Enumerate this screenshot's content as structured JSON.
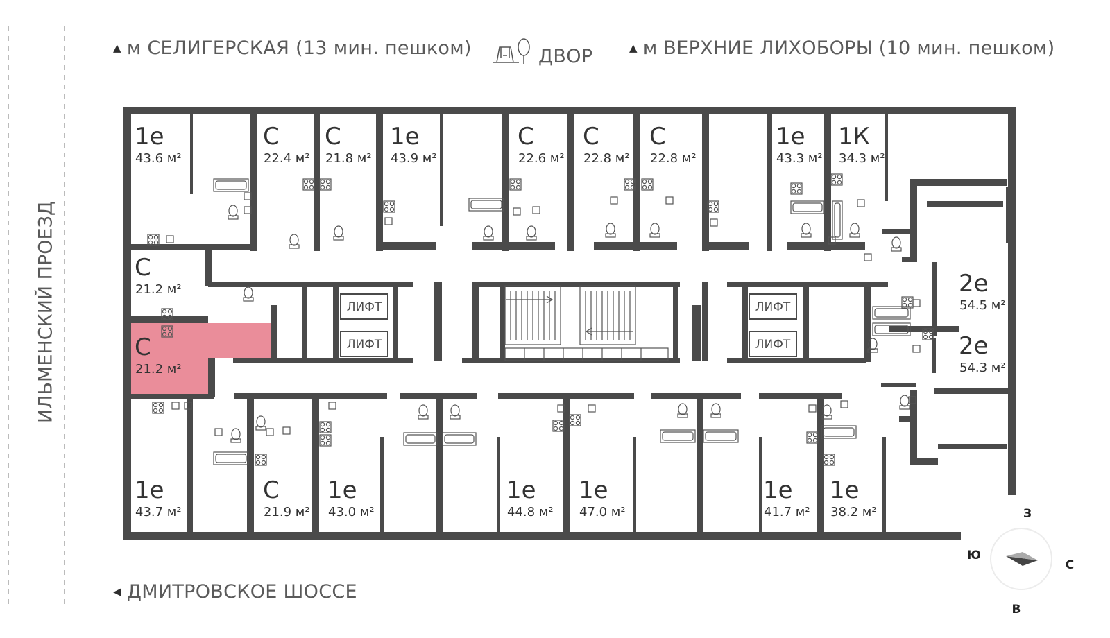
{
  "directions": {
    "top_left": "м СЕЛИГЕРСКАЯ (13 мин. пешком)",
    "yard": "ДВОР",
    "top_right": "м ВЕРХНИЕ ЛИХОБОРЫ (10 мин. пешком)",
    "left_street": "ИЛЬМЕНСКИЙ ПРОЕЗД",
    "bottom": "ДМИТРОВСКОЕ ШОССЕ"
  },
  "icons": {
    "direction_marker": "triangle-pointer-icon",
    "yard": "playground-tree-icon",
    "compass": "compass-icon"
  },
  "lift_label": "ЛИФТ",
  "compass": {
    "north": "З",
    "east": "С",
    "south": "В",
    "west": "Ю"
  },
  "colors": {
    "wall": "#4a4a4a",
    "highlight": "#e8818f",
    "text": "#333333",
    "label_gray": "#5a5a5a"
  },
  "selected_apartment_index": 9,
  "apartments": [
    {
      "type": "1е",
      "area": "43.6 м²"
    },
    {
      "type": "С",
      "area": "22.4 м²"
    },
    {
      "type": "С",
      "area": "21.8 м²"
    },
    {
      "type": "1е",
      "area": "43.9 м²"
    },
    {
      "type": "С",
      "area": "22.6 м²"
    },
    {
      "type": "С",
      "area": "22.8 м²"
    },
    {
      "type": "С",
      "area": "22.8 м²"
    },
    {
      "type": "1е",
      "area": "43.3 м²"
    },
    {
      "type": "1К",
      "area": "34.3 м²"
    },
    {
      "type": "С",
      "area": "21.2 м²"
    },
    {
      "type": "С",
      "area": "21.2 м²"
    },
    {
      "type": "2е",
      "area": "54.5 м²"
    },
    {
      "type": "2е",
      "area": "54.3 м²"
    },
    {
      "type": "1е",
      "area": "43.7 м²"
    },
    {
      "type": "С",
      "area": "21.9 м²"
    },
    {
      "type": "1е",
      "area": "43.0 м²"
    },
    {
      "type": "1е",
      "area": "44.8 м²"
    },
    {
      "type": "1е",
      "area": "47.0 м²"
    },
    {
      "type": "1е",
      "area": "41.7 м²"
    },
    {
      "type": "1е",
      "area": "38.2 м²"
    }
  ]
}
